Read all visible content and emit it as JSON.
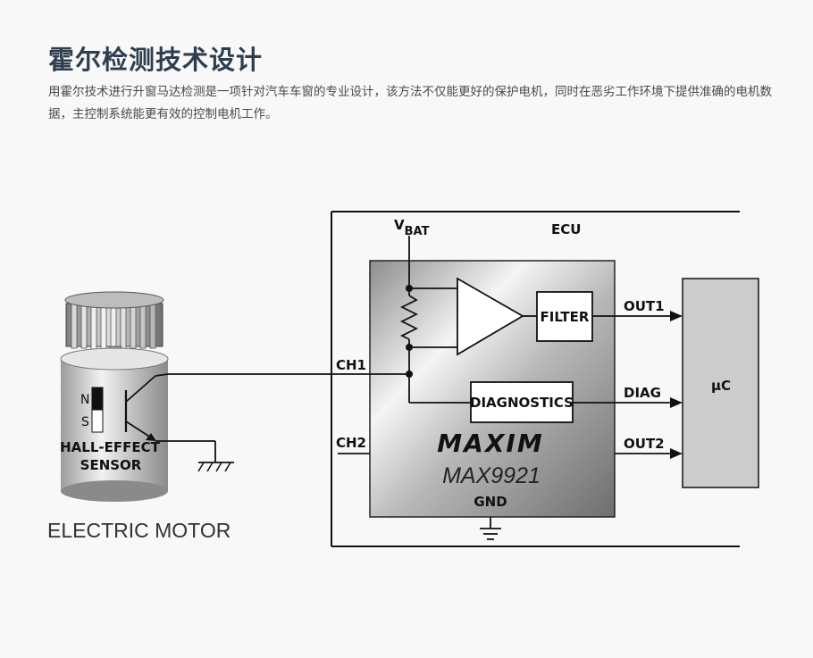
{
  "header": {
    "title": "霍尔检测技术设计",
    "intro": "用霍尔技术进行升窗马达检测是一项针对汽车车窗的专业设计，该方法不仅能更好的保护电机，同时在恶劣工作环境下提供准确的电机数据，主控制系统能更有效的控制电机工作。"
  },
  "diagram": {
    "ecu_label": "ECU",
    "vbat_main": "V",
    "vbat_sub": "BAT",
    "filter_label": "FILTER",
    "diagnostics_label": "DIAGNOSTICS",
    "out1_label": "OUT1",
    "diag_label": "DIAG",
    "out2_label": "OUT2",
    "ch1_label": "CH1",
    "ch2_label": "CH2",
    "uc_label": "µC",
    "brand_logo": "MAXIM",
    "chip_model": "MAX9921",
    "gnd_label": "GND",
    "magnet_n": "N",
    "magnet_s": "S",
    "sensor_label_1": "HALL-EFFECT",
    "sensor_label_2": "SENSOR",
    "motor_caption": "ELECTRIC MOTOR"
  }
}
